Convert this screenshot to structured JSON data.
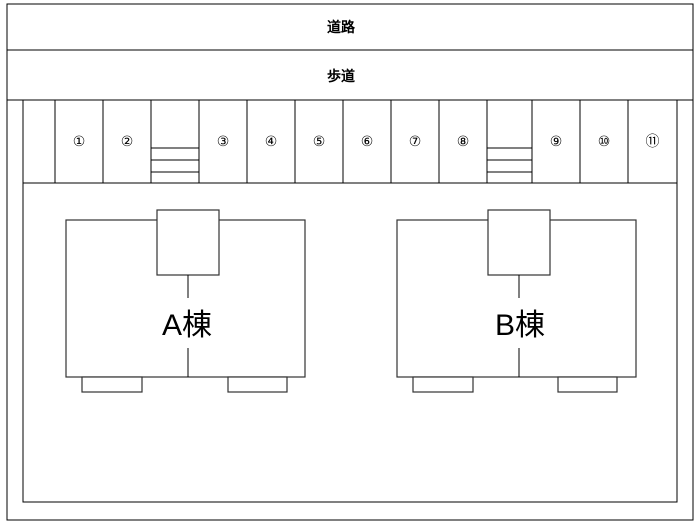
{
  "road": {
    "label": "道路"
  },
  "sidewalk": {
    "label": "歩道"
  },
  "parking": {
    "slots": [
      {
        "label": ""
      },
      {
        "label": "①"
      },
      {
        "label": "②"
      },
      {
        "label": "",
        "stairs": true
      },
      {
        "label": "③"
      },
      {
        "label": "④"
      },
      {
        "label": "⑤"
      },
      {
        "label": "⑥"
      },
      {
        "label": "⑦"
      },
      {
        "label": "⑧"
      },
      {
        "label": "",
        "stairs": true
      },
      {
        "label": "⑨"
      },
      {
        "label": "⑩"
      },
      {
        "label": "⑪"
      }
    ]
  },
  "buildings": [
    {
      "label": "A棟"
    },
    {
      "label": "B棟"
    }
  ]
}
